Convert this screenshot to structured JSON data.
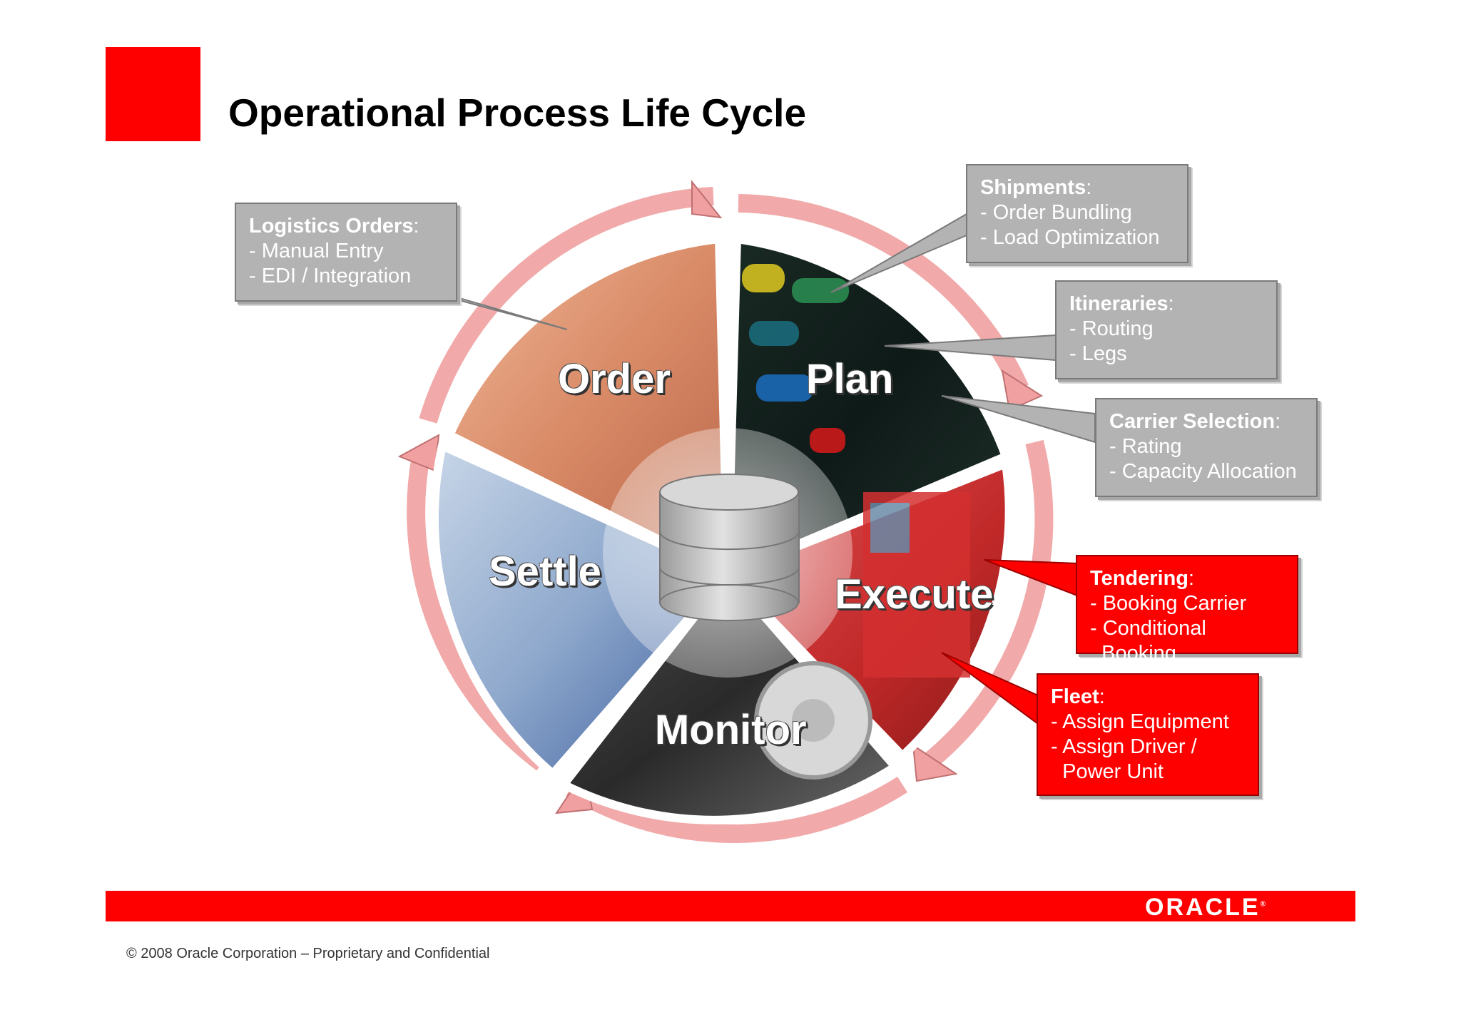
{
  "title": "Operational Process Life Cycle",
  "segments": {
    "order": "Order",
    "plan": "Plan",
    "execute": "Execute",
    "monitor": "Monitor",
    "settle": "Settle"
  },
  "center_icon": "database-icon",
  "callouts": {
    "logistics_orders": {
      "head": "Logistics Orders",
      "lines": [
        "- Manual Entry",
        "- EDI / Integration"
      ],
      "color": "#b3b3b3"
    },
    "shipments": {
      "head": "Shipments",
      "lines": [
        "- Order Bundling",
        "- Load Optimization"
      ],
      "color": "#b3b3b3"
    },
    "itineraries": {
      "head": "Itineraries",
      "lines": [
        "- Routing",
        "- Legs"
      ],
      "color": "#b3b3b3"
    },
    "carrier_selection": {
      "head": "Carrier Selection",
      "lines": [
        "- Rating",
        "- Capacity Allocation"
      ],
      "color": "#b3b3b3"
    },
    "tendering": {
      "head": "Tendering",
      "lines": [
        "- Booking Carrier",
        "- Conditional",
        "  Booking"
      ],
      "color": "#ff0000"
    },
    "fleet": {
      "head": "Fleet",
      "lines": [
        "- Assign Equipment",
        "- Assign Driver /",
        "  Power Unit"
      ],
      "color": "#ff0000"
    }
  },
  "footer": {
    "logo": "ORACLE",
    "logo_mark": "®",
    "copyright": "© 2008 Oracle Corporation – Proprietary and Confidential"
  },
  "colors": {
    "brand_red": "#ff0000",
    "callout_gray": "#b3b3b3",
    "ring_pink": "#f0a0a0"
  }
}
